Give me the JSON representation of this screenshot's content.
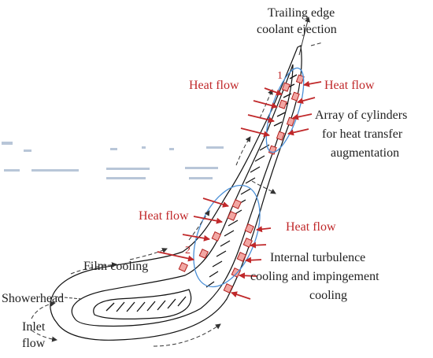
{
  "labels": {
    "trailing_edge_line1": "Trailing edge",
    "trailing_edge_line2": "coolant ejection",
    "heat_flow": "Heat flow",
    "array_line1": "Array of cylinders",
    "array_line2": "for heat transfer",
    "array_line3": "augmentation",
    "internal_line1": "Internal turbulence",
    "internal_line2": "cooling and impingement",
    "internal_line3": "cooling",
    "film_cooling": "Film cooling",
    "showerhead": "Showerhead",
    "inlet_line1": "Inlet",
    "inlet_line2": "flow",
    "region_1": "1",
    "region_2": "2"
  },
  "colors": {
    "heat_flow": "#c0282a",
    "region_outline": "#4a8fd6",
    "blade_outline": "#111111"
  }
}
